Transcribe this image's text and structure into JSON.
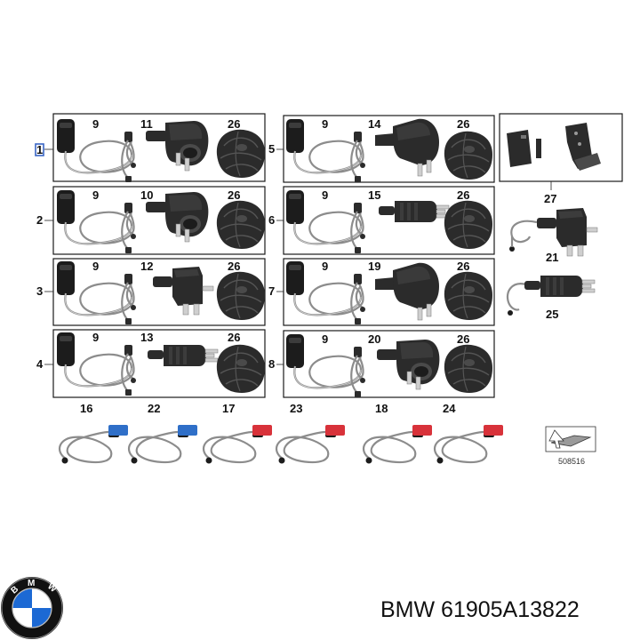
{
  "sets": [
    {
      "row": "1",
      "parts": [
        "9",
        "11",
        "26"
      ],
      "plug": "schuko"
    },
    {
      "row": "2",
      "parts": [
        "9",
        "10",
        "26"
      ],
      "plug": "schuko"
    },
    {
      "row": "3",
      "parts": [
        "9",
        "12",
        "26"
      ],
      "plug": "uk"
    },
    {
      "row": "4",
      "parts": [
        "9",
        "13",
        "26"
      ],
      "plug": "swiss"
    },
    {
      "row": "5",
      "parts": [
        "9",
        "14",
        "26"
      ],
      "plug": "schuko-angled"
    },
    {
      "row": "6",
      "parts": [
        "9",
        "15",
        "26"
      ],
      "plug": "swiss"
    },
    {
      "row": "7",
      "parts": [
        "9",
        "19",
        "26"
      ],
      "plug": "schuko-angled"
    },
    {
      "row": "8",
      "parts": [
        "9",
        "20",
        "26"
      ],
      "plug": "schuko"
    }
  ],
  "side_parts": {
    "bracket": "27",
    "uk_plug": "21",
    "swiss_plug": "25"
  },
  "adapter_cables": [
    {
      "label": "16",
      "color": "#2f6fc8"
    },
    {
      "label": "22",
      "color": "#2f6fc8"
    },
    {
      "label": "17",
      "color": "#d8323a"
    },
    {
      "label": "23",
      "color": "#d8323a"
    },
    {
      "label": "18",
      "color": "#d8323a"
    },
    {
      "label": "24",
      "color": "#d8323a"
    }
  ],
  "ref_code": "508516",
  "brand": {
    "name": "BMW",
    "part_number": "BMW 61905A13822",
    "logo_colors": {
      "ring": "#111111",
      "blue": "#1c69d4",
      "white": "#ffffff"
    }
  },
  "icons": [
    "schuko-plug-icon",
    "uk-plug-icon",
    "swiss-plug-icon",
    "charger-unit-icon",
    "storage-bag-icon",
    "wall-bracket-icon",
    "view-arrow-icon",
    "bmw-roundel-icon"
  ]
}
